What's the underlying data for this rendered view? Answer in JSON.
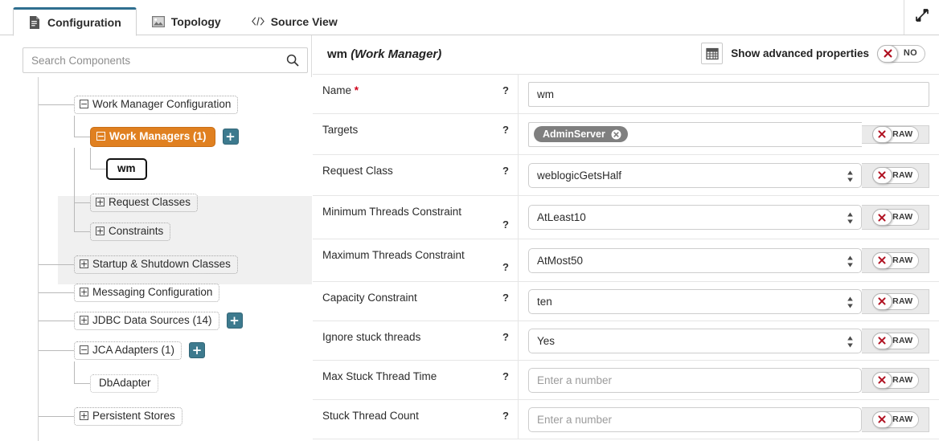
{
  "tabs": [
    {
      "label": "Configuration",
      "icon": "document-icon",
      "active": true
    },
    {
      "label": "Topology",
      "icon": "image-icon",
      "active": false
    },
    {
      "label": "Source View",
      "icon": "code-icon",
      "active": false
    }
  ],
  "window": {
    "expand_icon": "expand-diagonal-icon"
  },
  "search": {
    "placeholder": "Search Components",
    "value": "",
    "icon": "search-icon"
  },
  "tree": {
    "nodes": [
      {
        "label": "Work Manager Configuration",
        "state": "expanded",
        "style": "dotted",
        "indent": 0,
        "add": false
      },
      {
        "label": "Work Managers (1)",
        "state": "expanded",
        "style": "selected",
        "indent": 1,
        "add": true
      },
      {
        "label": "wm",
        "state": "leaf",
        "style": "boxed",
        "indent": 2,
        "add": false
      },
      {
        "label": "Request Classes",
        "state": "collapsed",
        "style": "dotted",
        "indent": 1,
        "add": false
      },
      {
        "label": "Constraints",
        "state": "collapsed",
        "style": "dotted",
        "indent": 1,
        "add": false
      },
      {
        "label": "Startup & Shutdown Classes",
        "state": "collapsed",
        "style": "dotted",
        "indent": 0,
        "add": false
      },
      {
        "label": "Messaging Configuration",
        "state": "collapsed",
        "style": "dotted",
        "indent": 0,
        "add": false
      },
      {
        "label": "JDBC Data Sources (14)",
        "state": "collapsed",
        "style": "dotted",
        "indent": 0,
        "add": true
      },
      {
        "label": "JCA Adapters (1)",
        "state": "expanded",
        "style": "dotted",
        "indent": 0,
        "add": true
      },
      {
        "label": "DbAdapter",
        "state": "leaf",
        "style": "plain",
        "indent": 1,
        "add": false
      },
      {
        "label": "Persistent Stores",
        "state": "collapsed",
        "style": "dotted",
        "indent": 0,
        "add": false
      }
    ],
    "expand_glyph": "+",
    "collapse_glyph": "−",
    "add_glyph": "+"
  },
  "panel": {
    "title_name": "wm",
    "title_type": "(Work Manager)",
    "grid_icon": "grid-table-icon",
    "advanced_label": "Show advanced properties",
    "advanced_toggle": {
      "state": "NO",
      "icon": "x-circle-icon"
    }
  },
  "raw_toggle": {
    "label": "RAW",
    "icon": "x-circle-icon"
  },
  "fields": [
    {
      "label": "Name",
      "required": true,
      "help": "?",
      "type": "text",
      "value": "wm",
      "placeholder": "",
      "raw": false,
      "help_top": true
    },
    {
      "label": "Targets",
      "required": false,
      "help": "?",
      "type": "tags",
      "tags": [
        "AdminServer"
      ],
      "raw": true,
      "help_top": true
    },
    {
      "label": "Request Class",
      "required": false,
      "help": "?",
      "type": "select",
      "value": "weblogicGetsHalf",
      "raw": true,
      "help_top": true
    },
    {
      "label": "Minimum Threads Constraint",
      "required": false,
      "help": "?",
      "type": "select",
      "value": "AtLeast10",
      "raw": true,
      "help_top": false
    },
    {
      "label": "Maximum Threads Constraint",
      "required": false,
      "help": "?",
      "type": "select",
      "value": "AtMost50",
      "raw": true,
      "help_top": false
    },
    {
      "label": "Capacity Constraint",
      "required": false,
      "help": "?",
      "type": "select",
      "value": "ten",
      "raw": true,
      "help_top": true
    },
    {
      "label": "Ignore stuck threads",
      "required": false,
      "help": "?",
      "type": "select",
      "value": "Yes",
      "raw": true,
      "help_top": true
    },
    {
      "label": "Max Stuck Thread Time",
      "required": false,
      "help": "?",
      "type": "text",
      "value": "",
      "placeholder": "Enter a number",
      "raw": true,
      "help_top": true
    },
    {
      "label": "Stuck Thread Count",
      "required": false,
      "help": "?",
      "type": "text",
      "value": "",
      "placeholder": "Enter a number",
      "raw": true,
      "help_top": true
    }
  ],
  "colors": {
    "accent_tab": "#2f6f8f",
    "selected_node": "#e08020",
    "add_button": "#3d7a8e",
    "required_star": "#d0021b",
    "tag_bg": "#7f7f7f",
    "toggle_x": "#b01020"
  }
}
